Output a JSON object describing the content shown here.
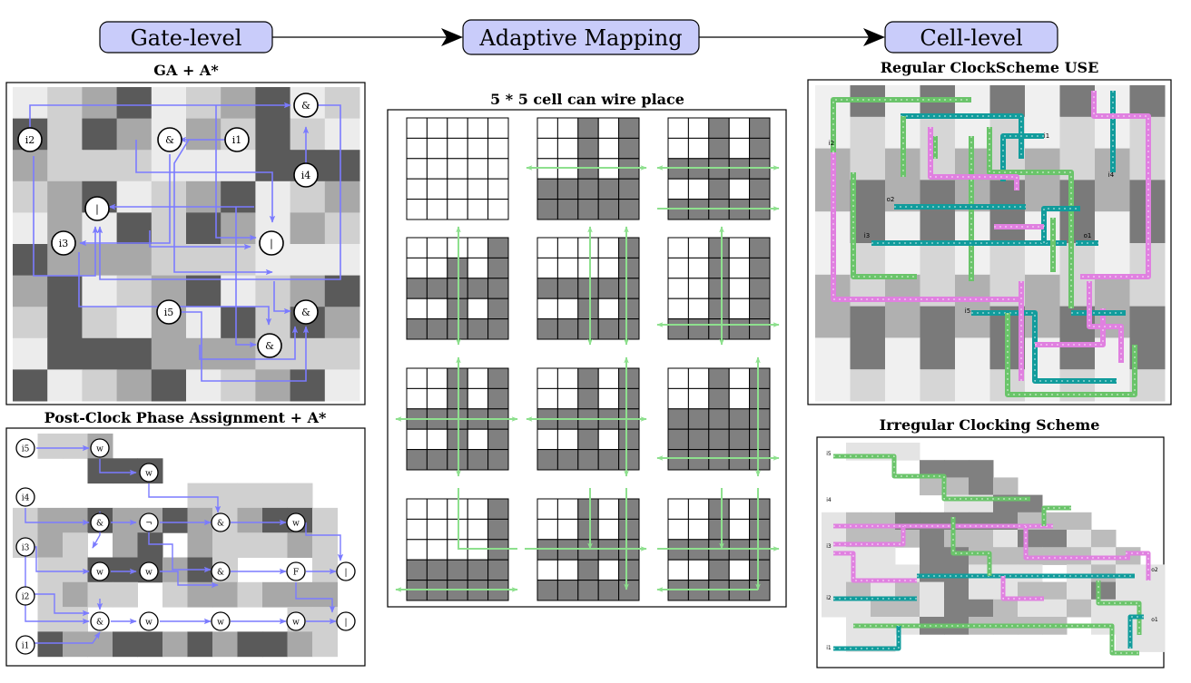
{
  "pipeline": {
    "stages": [
      "Gate-level",
      "Adaptive Mapping",
      "Cell-level"
    ]
  },
  "panels": {
    "ga_title": "GA + A*",
    "post_clock_title": "Post-Clock Phase Assignment + A*",
    "mapping_title": "5 * 5 cell can wire place",
    "regular_title": "Regular ClockScheme USE",
    "irregular_title": "Irregular Clocking Scheme"
  },
  "ga_nodes": [
    {
      "id": "and-top",
      "label": "&"
    },
    {
      "id": "i2",
      "label": "i2"
    },
    {
      "id": "and-mid",
      "label": "&"
    },
    {
      "id": "i1",
      "label": "i1"
    },
    {
      "id": "i4",
      "label": "i4"
    },
    {
      "id": "or-left",
      "label": "|"
    },
    {
      "id": "i3",
      "label": "i3"
    },
    {
      "id": "or-right",
      "label": "|"
    },
    {
      "id": "i5",
      "label": "i5"
    },
    {
      "id": "and-low-right",
      "label": "&"
    },
    {
      "id": "and-bottom",
      "label": "&"
    }
  ],
  "post_clock_nodes": [
    {
      "id": "i5",
      "label": "i5"
    },
    {
      "id": "w1",
      "label": "w"
    },
    {
      "id": "w2",
      "label": "w"
    },
    {
      "id": "i4",
      "label": "i4"
    },
    {
      "id": "and1",
      "label": "&"
    },
    {
      "id": "not1",
      "label": "¬"
    },
    {
      "id": "and2",
      "label": "&"
    },
    {
      "id": "w3",
      "label": "w"
    },
    {
      "id": "i3",
      "label": "i3"
    },
    {
      "id": "w4",
      "label": "w"
    },
    {
      "id": "w5",
      "label": "w"
    },
    {
      "id": "and3",
      "label": "&"
    },
    {
      "id": "fan",
      "label": "F"
    },
    {
      "id": "or1",
      "label": "|"
    },
    {
      "id": "i2",
      "label": "i2"
    },
    {
      "id": "and4",
      "label": "&"
    },
    {
      "id": "w6",
      "label": "w"
    },
    {
      "id": "w7",
      "label": "w"
    },
    {
      "id": "w8",
      "label": "w"
    },
    {
      "id": "or2",
      "label": "|"
    },
    {
      "id": "i1",
      "label": "i1"
    }
  ],
  "regular_io": [
    "i2",
    "i1",
    "i4",
    "o2",
    "i3",
    "o1",
    "i5"
  ],
  "irregular_io": [
    "i5",
    "i4",
    "i3",
    "o2",
    "i2",
    "o1",
    "i1"
  ],
  "colors": {
    "stage_box": "#c9ccfa",
    "wire": "#7b7bff",
    "arrow_green": "#8ee08e",
    "cell_dark": "#808080",
    "cell_mid": "#a8a8a8",
    "cell_light": "#d6d6d6",
    "cell_lightest": "#ececec",
    "teal": "#119c9c",
    "pink": "#e080e0",
    "green_wire": "#6ac46a"
  }
}
